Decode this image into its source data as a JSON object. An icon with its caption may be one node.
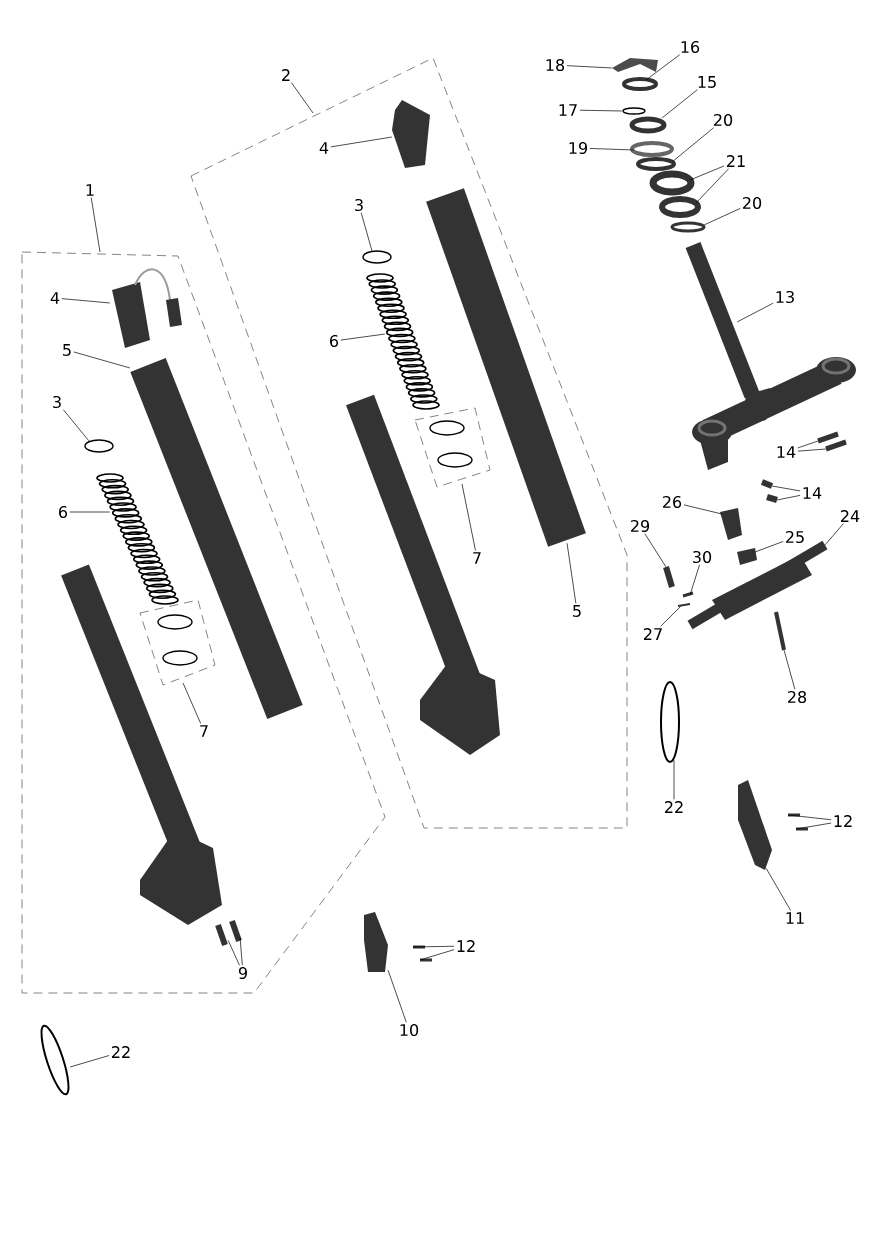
{
  "diagram": {
    "nodes": [
      {
        "text": [
          "1"
        ]
      },
      {
        "text": [
          "2"
        ]
      },
      {
        "text": [
          "4"
        ]
      },
      {
        "text": [
          "5"
        ]
      },
      {
        "text": [
          "3"
        ]
      },
      {
        "text": [
          "6"
        ]
      },
      {
        "text": [
          "7"
        ]
      },
      {
        "text": [
          "9"
        ]
      },
      {
        "text": [
          "22"
        ]
      },
      {
        "text": [
          "10"
        ]
      },
      {
        "text": [
          "12"
        ]
      },
      {
        "text": [
          "3"
        ]
      },
      {
        "text": [
          "4"
        ]
      },
      {
        "text": [
          "6"
        ]
      },
      {
        "text": [
          "7"
        ]
      },
      {
        "text": [
          "5"
        ]
      },
      {
        "text": [
          "18"
        ]
      },
      {
        "text": [
          "16"
        ]
      },
      {
        "text": [
          "17"
        ]
      },
      {
        "text": [
          "15"
        ]
      },
      {
        "text": [
          "19"
        ]
      },
      {
        "text": [
          "20"
        ]
      },
      {
        "text": [
          "21"
        ]
      },
      {
        "text": [
          "20"
        ]
      },
      {
        "text": [
          "13"
        ]
      },
      {
        "text": [
          "14"
        ]
      },
      {
        "text": [
          "14"
        ]
      },
      {
        "text": [
          "26"
        ]
      },
      {
        "text": [
          "24"
        ]
      },
      {
        "text": [
          "29"
        ]
      },
      {
        "text": [
          "30"
        ]
      },
      {
        "text": [
          "25"
        ]
      },
      {
        "text": [
          "27"
        ]
      },
      {
        "text": [
          "28"
        ]
      },
      {
        "text": [
          "22"
        ]
      },
      {
        "text": [
          "12"
        ]
      },
      {
        "text": [
          "11"
        ]
      },
      {
        "text": [],
        "shape": "picture"
      },
      {
        "text": [],
        "shape": "picture"
      },
      {
        "text": [],
        "shape": "circle"
      },
      {
        "text": [],
        "shape": "picture"
      },
      {
        "text": [],
        "shape": "bar"
      },
      {
        "text": [],
        "shape": "bar"
      },
      {
        "text": [],
        "shape": "picture"
      },
      {
        "text": [],
        "shape": "picture"
      },
      {
        "text": [],
        "shape": "bar"
      },
      {
        "text": [],
        "shape": "bar"
      },
      {
        "text": [],
        "shape": "circle"
      },
      {
        "text": [],
        "shape": "picture"
      },
      {
        "text": [],
        "shape": "picture"
      },
      {
        "text": [],
        "shape": "picture"
      },
      {
        "text": [],
        "shape": "picture"
      },
      {
        "text": [],
        "shape": "circle"
      },
      {
        "text": [],
        "shape": "circle"
      },
      {
        "text": [],
        "shape": "circle"
      },
      {
        "text": [],
        "shape": "circle"
      },
      {
        "text": [],
        "shape": "circle"
      },
      {
        "text": [],
        "shape": "circle"
      },
      {
        "text": [],
        "shape": "circle"
      },
      {
        "text": [],
        "shape": "circle"
      },
      {
        "text": [],
        "shape": "picture"
      },
      {
        "text": [],
        "shape": "bar"
      },
      {
        "text": [],
        "shape": "bar"
      },
      {
        "text": [],
        "shape": "bar"
      },
      {
        "text": [],
        "shape": "bar"
      },
      {
        "text": [],
        "shape": "picture"
      },
      {
        "text": [],
        "shape": "picture"
      },
      {
        "text": [],
        "shape": "bar"
      },
      {
        "text": [],
        "shape": "bar"
      },
      {
        "text": [],
        "shape": "picture"
      },
      {
        "text": [],
        "shape": "bar"
      },
      {
        "text": [],
        "shape": "bar"
      },
      {
        "text": [],
        "shape": "circle"
      },
      {
        "text": [],
        "shape": "bar"
      },
      {
        "text": [],
        "shape": "bar"
      },
      {
        "text": [],
        "shape": "picture"
      }
    ],
    "edges": [
      {
        "from": 0,
        "to": null,
        "arrow": "none"
      },
      {
        "from": 1,
        "to": null,
        "arrow": "none"
      },
      {
        "from": 2,
        "to": 37,
        "arrow": "none"
      },
      {
        "from": 3,
        "to": 38,
        "arrow": "none"
      },
      {
        "from": 4,
        "to": 39,
        "arrow": "none"
      },
      {
        "from": 5,
        "to": 40,
        "arrow": "none"
      },
      {
        "from": 6,
        "to": null,
        "arrow": "none"
      },
      {
        "from": 7,
        "to": 41,
        "arrow": "none"
      },
      {
        "from": 7,
        "to": 42,
        "arrow": "none"
      },
      {
        "from": 8,
        "to": 43,
        "arrow": "none"
      },
      {
        "from": 9,
        "to": 44,
        "arrow": "none"
      },
      {
        "from": 10,
        "to": 45,
        "arrow": "none"
      },
      {
        "from": 10,
        "to": 46,
        "arrow": "none"
      },
      {
        "from": 11,
        "to": 47,
        "arrow": "none"
      },
      {
        "from": 12,
        "to": 48,
        "arrow": "none"
      },
      {
        "from": 13,
        "to": 49,
        "arrow": "none"
      },
      {
        "from": 14,
        "to": null,
        "arrow": "none"
      },
      {
        "from": 15,
        "to": 50,
        "arrow": "none"
      },
      {
        "from": 16,
        "to": 51,
        "arrow": "none"
      },
      {
        "from": 17,
        "to": 52,
        "arrow": "none"
      },
      {
        "from": 18,
        "to": 53,
        "arrow": "none"
      },
      {
        "from": 19,
        "to": 54,
        "arrow": "none"
      },
      {
        "from": 20,
        "to": 55,
        "arrow": "none"
      },
      {
        "from": 21,
        "to": 56,
        "arrow": "none"
      },
      {
        "from": 22,
        "to": 57,
        "arrow": "none"
      },
      {
        "from": 22,
        "to": 58,
        "arrow": "none"
      },
      {
        "from": 23,
        "to": 59,
        "arrow": "none"
      },
      {
        "from": 24,
        "to": 60,
        "arrow": "none"
      },
      {
        "from": 25,
        "to": 61,
        "arrow": "none"
      },
      {
        "from": 25,
        "to": 62,
        "arrow": "none"
      },
      {
        "from": 26,
        "to": 63,
        "arrow": "none"
      },
      {
        "from": 26,
        "to": 64,
        "arrow": "none"
      },
      {
        "from": 27,
        "to": 65,
        "arrow": "none"
      },
      {
        "from": 28,
        "to": 66,
        "arrow": "none"
      },
      {
        "from": 29,
        "to": 67,
        "arrow": "none"
      },
      {
        "from": 30,
        "to": 68,
        "arrow": "none"
      },
      {
        "from": 31,
        "to": 69,
        "arrow": "none"
      },
      {
        "from": 32,
        "to": 70,
        "arrow": "none"
      },
      {
        "from": 33,
        "to": 71,
        "arrow": "none"
      },
      {
        "from": 34,
        "to": 72,
        "arrow": "none"
      },
      {
        "from": 35,
        "to": 73,
        "arrow": "none"
      },
      {
        "from": 35,
        "to": 74,
        "arrow": "none"
      },
      {
        "from": 36,
        "to": 75,
        "arrow": "none"
      }
    ]
  }
}
